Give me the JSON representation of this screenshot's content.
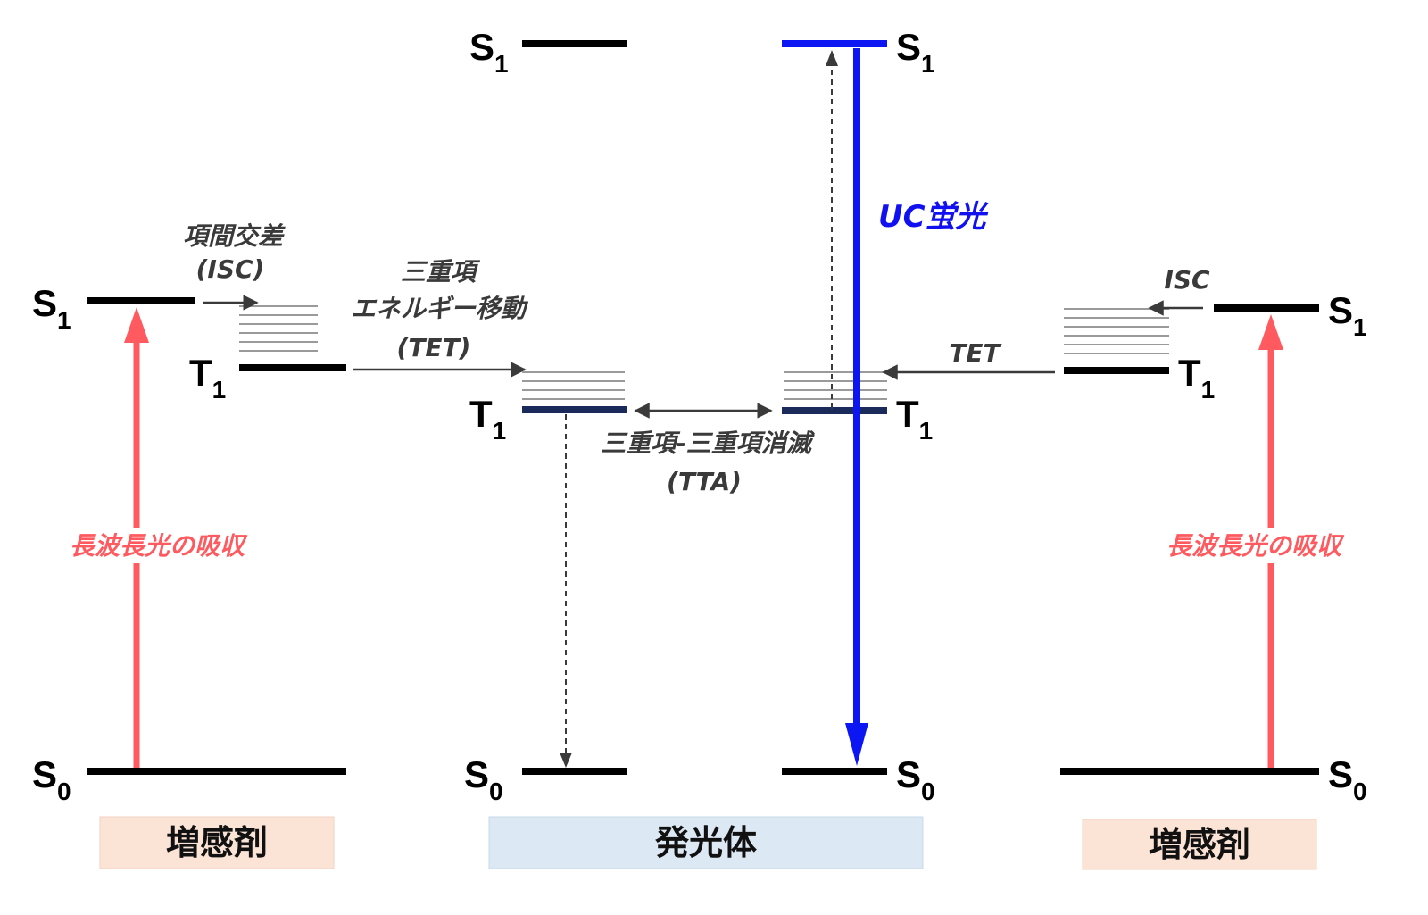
{
  "diagram": {
    "left_sensitizer": {
      "s1_letter": "S",
      "s1_sub": "1",
      "t1_letter": "T",
      "t1_sub": "1",
      "s0_letter": "S",
      "s0_sub": "0",
      "isc_label_line1": "項間交差",
      "isc_label_line2": "(ISC)",
      "absorption_label": "長波長光の吸収",
      "role_label": "増感剤"
    },
    "tet_left": {
      "line1": "三重項",
      "line2": "エネルギー移動",
      "line3": "(TET)"
    },
    "emitter_left": {
      "s1_letter": "S",
      "s1_sub": "1",
      "t1_letter": "T",
      "t1_sub": "1",
      "s0_letter": "S",
      "s0_sub": "0"
    },
    "tta": {
      "line1": "三重項-三重項消滅",
      "line2": "(TTA)"
    },
    "emitter_right": {
      "s1_letter": "S",
      "s1_sub": "1",
      "t1_letter": "T",
      "t1_sub": "1",
      "s0_letter": "S",
      "s0_sub": "0",
      "uc_label": "UC蛍光"
    },
    "emitter_role_label": "発光体",
    "right_sensitizer": {
      "s1_letter": "S",
      "s1_sub": "1",
      "t1_letter": "T",
      "t1_sub": "1",
      "s0_letter": "S",
      "s0_sub": "0",
      "isc_label": "ISC",
      "tet_label": "TET",
      "absorption_label": "長波長光の吸収",
      "role_label": "増感剤"
    },
    "colors": {
      "absorption_arrow": "#ff5a5f",
      "uc_emission": "#0b16f2",
      "emitter_t1_level": "#1a2a5a",
      "sensitizer_box": "#fbe3d5",
      "emitter_box": "#dce8f4"
    }
  }
}
